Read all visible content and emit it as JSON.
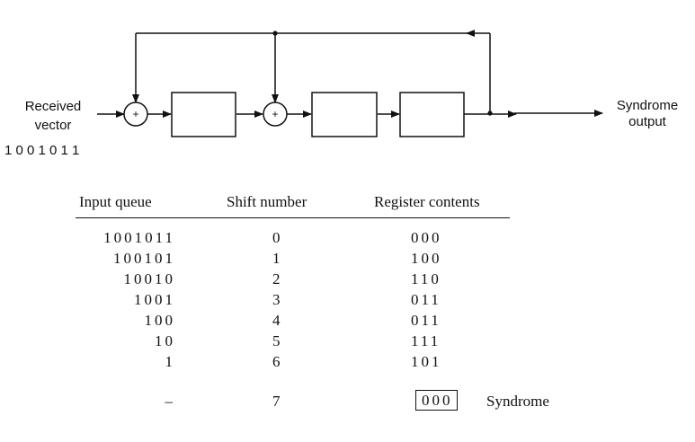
{
  "circuit": {
    "input_label_line1": "Received",
    "input_label_line2": "vector",
    "input_bits": "1 0 0 1 0 1 1",
    "output_label_line1": "Syndrome",
    "output_label_line2": "output",
    "adder_symbol": "+"
  },
  "table": {
    "headers": [
      "Input queue",
      "Shift number",
      "Register contents"
    ],
    "rows": [
      {
        "queue": "1001011",
        "shift": "0",
        "register": "000"
      },
      {
        "queue": "100101",
        "shift": "1",
        "register": "100"
      },
      {
        "queue": "10010",
        "shift": "2",
        "register": "110"
      },
      {
        "queue": "1001",
        "shift": "3",
        "register": "011"
      },
      {
        "queue": "100",
        "shift": "4",
        "register": "011"
      },
      {
        "queue": "10",
        "shift": "5",
        "register": "111"
      },
      {
        "queue": "1",
        "shift": "6",
        "register": "101"
      },
      {
        "queue": "–",
        "shift": "7",
        "register": "000"
      }
    ],
    "final_note": "Syndrome"
  }
}
